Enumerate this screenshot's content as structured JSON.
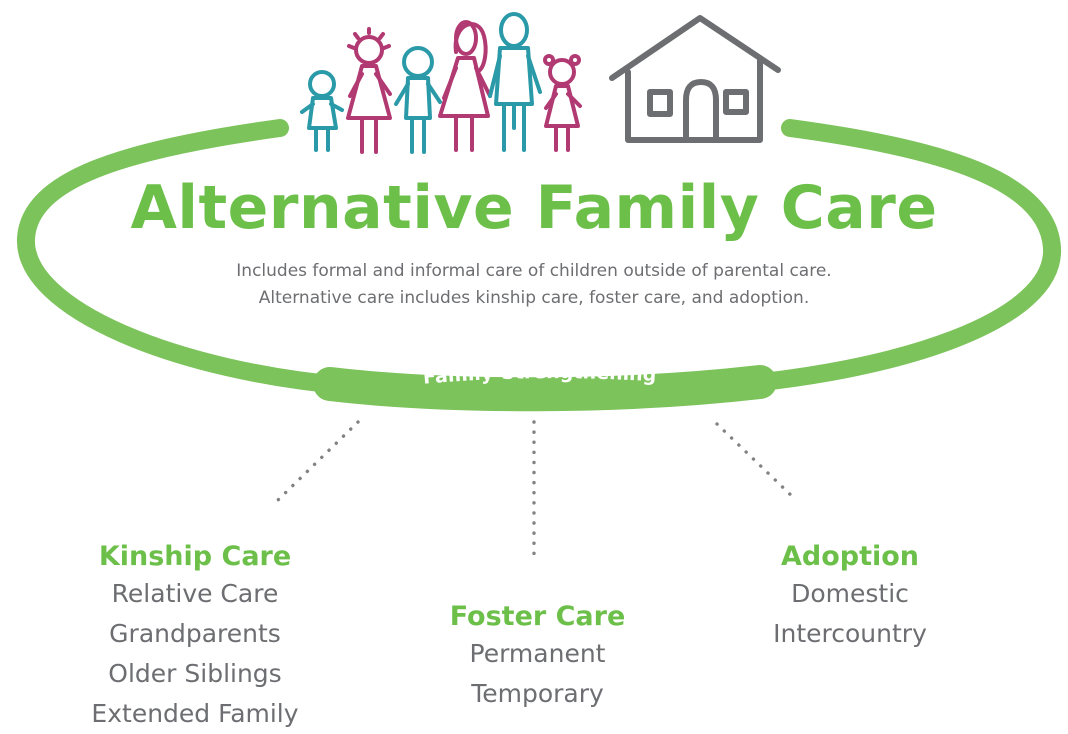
{
  "colors": {
    "green": "#6cc04a",
    "ring_green": "#7cc35b",
    "teal": "#2b9aa8",
    "magenta": "#b23a72",
    "house_gray": "#6d6e71",
    "text_gray": "#6d6e71",
    "dots_gray": "#808285"
  },
  "icons": {
    "family": "family-figures-icon",
    "house": "house-icon"
  },
  "header": {
    "title": "Alternative Family Care",
    "description_line1": "Includes formal and informal care of children outside of parental care.",
    "description_line2": "Alternative care includes kinship care, foster care, and adoption."
  },
  "ring": {
    "label": "Family-Strengthening"
  },
  "branches": [
    {
      "title": "Kinship Care",
      "items": [
        "Relative Care",
        "Grandparents",
        "Older Siblings",
        "Extended Family"
      ]
    },
    {
      "title": "Foster Care",
      "items": [
        "Permanent",
        "Temporary"
      ]
    },
    {
      "title": "Adoption",
      "items": [
        "Domestic",
        "Intercountry"
      ]
    }
  ]
}
